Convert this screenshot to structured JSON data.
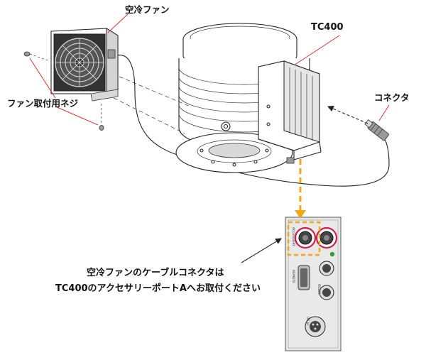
{
  "labels": {
    "fan": "空冷ファン",
    "controller": "TC400",
    "connector": "コネクタ",
    "screws": "ファン取付用ネジ",
    "instruction_line1": "空冷ファンのケーブルコネクタは",
    "instruction_line2": "TC400のアクセサリーポートAへお取付ください"
  },
  "panel": {
    "port_a_text": "ACCESSORY",
    "remote_text": "REMOTE",
    "rs485_text": "RS485",
    "dcin_text": "DC in"
  },
  "colors": {
    "highlight": "#f0a818",
    "port_ring": "#d0204a",
    "led": "#2e9c3c",
    "pointer": "#e03030"
  }
}
